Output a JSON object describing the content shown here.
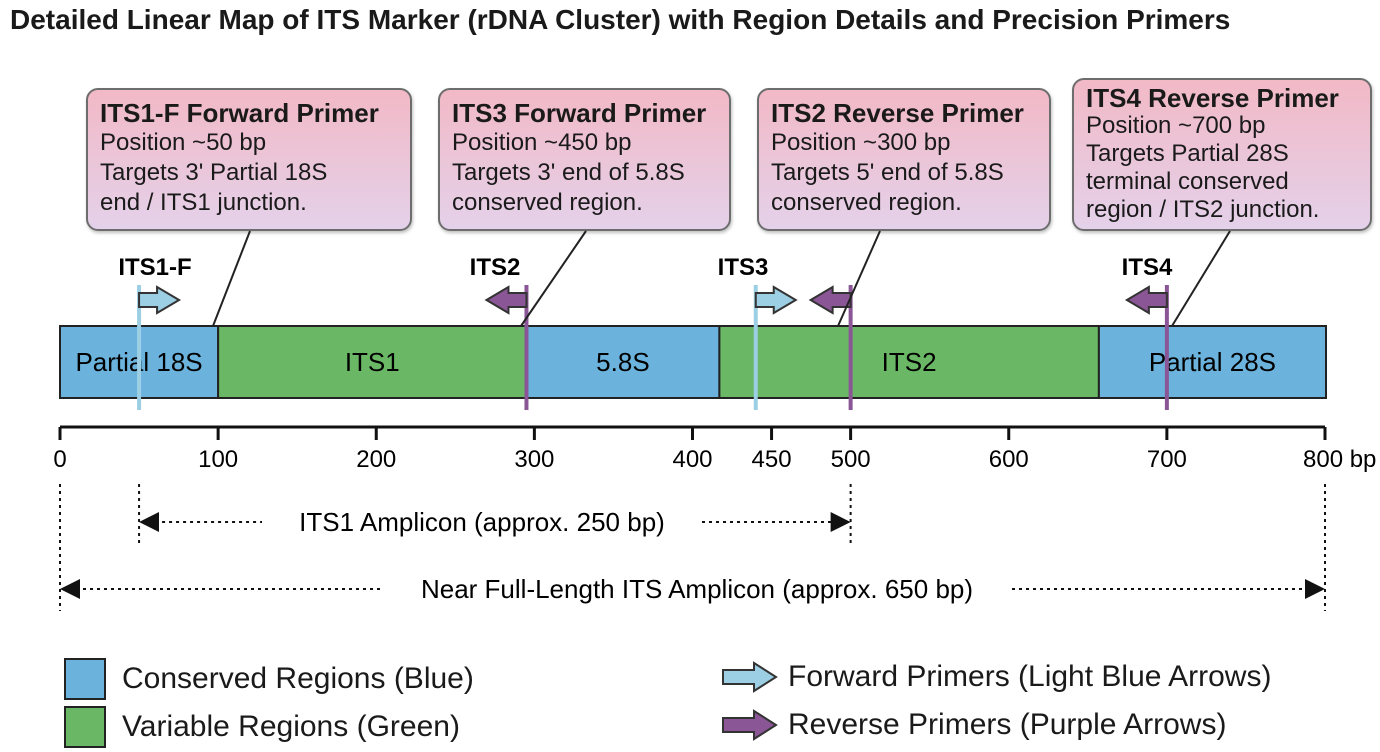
{
  "title": "Detailed Linear Map of ITS Marker (rDNA Cluster) with Region Details and Precision Primers",
  "colors": {
    "conserved": "#6bb3dd",
    "variable": "#6ab865",
    "forward_primer": "#9ccfe3",
    "reverse_primer": "#8a5696",
    "callout_top": "#f2b9c6",
    "callout_bottom": "#e4d1ea"
  },
  "regions": [
    {
      "label": "Partial 18S",
      "start": 0,
      "end": 100,
      "type": "conserved"
    },
    {
      "label": "ITS1",
      "start": 100,
      "end": 295,
      "type": "variable"
    },
    {
      "label": "5.8S",
      "start": 295,
      "end": 417,
      "type": "conserved"
    },
    {
      "label": "ITS2",
      "start": 417,
      "end": 657,
      "type": "variable"
    },
    {
      "label": "Partial 28S",
      "start": 657,
      "end": 821,
      "type": "conserved"
    }
  ],
  "axis": {
    "unit": "bp",
    "ticks": [
      {
        "value": 0,
        "label": "0"
      },
      {
        "value": 100,
        "label": "100"
      },
      {
        "value": 200,
        "label": "200"
      },
      {
        "value": 300,
        "label": "300"
      },
      {
        "value": 400,
        "label": "400"
      },
      {
        "value": 450,
        "label": "450"
      },
      {
        "value": 500,
        "label": "500"
      },
      {
        "value": 600,
        "label": "600"
      },
      {
        "value": 700,
        "label": "700"
      },
      {
        "value": 800,
        "label": "800 bp"
      }
    ]
  },
  "primer_markers": [
    {
      "label": "ITS1-F",
      "position": 50,
      "direction": "forward"
    },
    {
      "label": "ITS2",
      "position": 295,
      "direction": "reverse"
    },
    {
      "label": "ITS3",
      "position": 440,
      "direction": "forward"
    },
    {
      "label": "",
      "position": 500,
      "direction": "reverse"
    },
    {
      "label": "ITS4",
      "position": 700,
      "direction": "reverse"
    }
  ],
  "callouts": [
    {
      "head": "ITS1-F Forward Primer",
      "lines": [
        "Position ~50 bp",
        "Targets 3' Partial 18S",
        "end / ITS1 junction."
      ]
    },
    {
      "head": "ITS3 Forward Primer",
      "lines": [
        "Position ~450 bp",
        "Targets 3' end of 5.8S",
        "conserved region."
      ]
    },
    {
      "head": "ITS2 Reverse Primer",
      "lines": [
        "Position ~300 bp",
        "Targets 5' end of 5.8S",
        "conserved region."
      ]
    },
    {
      "head": "ITS4 Reverse Primer",
      "lines": [
        "Position ~700 bp",
        "Targets Partial 28S",
        "terminal conserved",
        "region / ITS2 junction."
      ]
    }
  ],
  "amplicons": [
    {
      "label": "ITS1 Amplicon (approx. 250 bp)",
      "start": 50,
      "end": 500
    },
    {
      "label": "Near Full-Length ITS Amplicon (approx. 650 bp)",
      "start": 0,
      "end": 800
    }
  ],
  "legend": {
    "conserved": "Conserved Regions (Blue)",
    "variable": "Variable Regions (Green)",
    "forward": "Forward Primers (Light Blue Arrows)",
    "reverse": "Reverse Primers (Purple Arrows)"
  }
}
